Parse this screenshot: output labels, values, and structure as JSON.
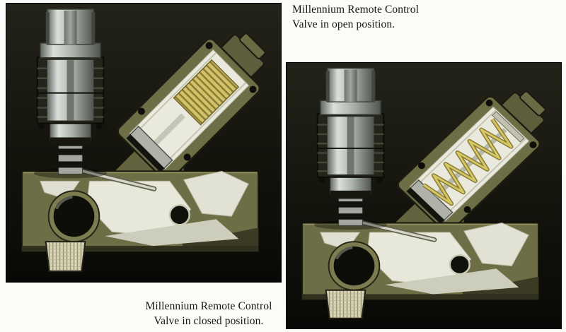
{
  "figures": {
    "open": {
      "caption_line1": "Millennium Remote Control",
      "caption_line2": "Valve in open position.",
      "state": "open"
    },
    "closed": {
      "caption_line1": "Millennium Remote Control",
      "caption_line2": "Valve in closed position.",
      "state": "closed"
    }
  },
  "colors": {
    "valve_body_olive": "#6d6d46",
    "cut_surface_white": "#e9e9dd",
    "spring_yellow": "#d2c36a",
    "metal_gray": "#aab0aa",
    "panel_background": "#12120c",
    "caption_text": "#161616",
    "page_background": "#fbfbf8"
  }
}
